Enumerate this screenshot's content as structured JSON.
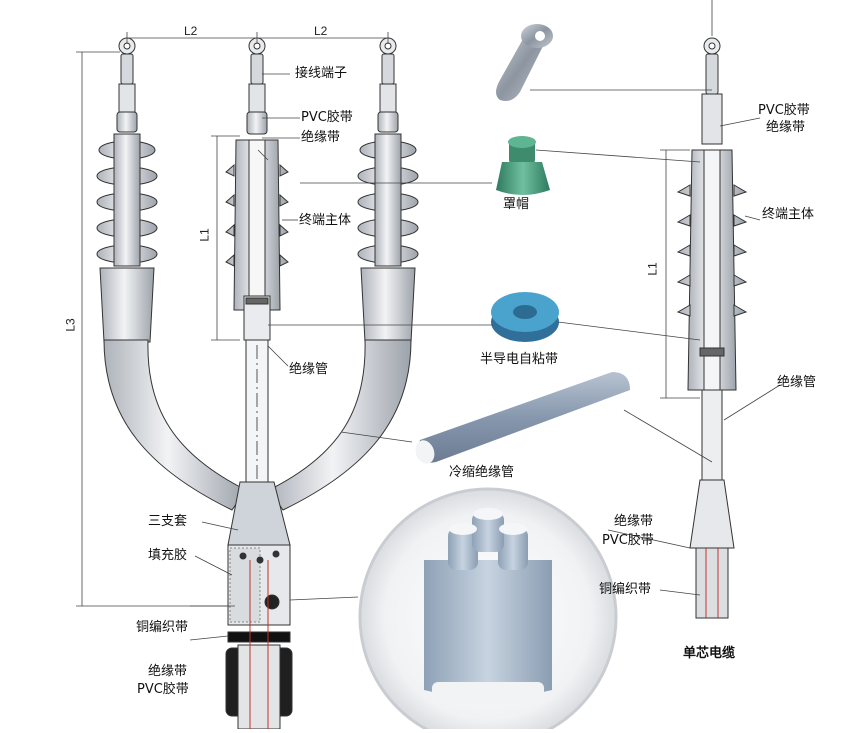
{
  "dimensions": {
    "L2_left": "L2",
    "L2_right": "L2",
    "L1_three_core": "L1",
    "L3": "L3",
    "L1_single_core": "L1"
  },
  "parts": {
    "terminal_lug": "接线端子",
    "pvc_tape_top": "PVC胶带",
    "insulating_tape_top": "绝缘带",
    "rain_cap": "罩帽",
    "terminal_body": "终端主体",
    "semi_conductive_tape": "半导电自粘带",
    "insulating_tube": "绝缘管",
    "cold_shrink_tube": "冷缩绝缘管",
    "breakout_boot": "三支套",
    "filler_compound": "填充胶",
    "copper_braid": "铜编织带",
    "insulating_tape_bottom": "绝缘带",
    "pvc_tape_bottom": "PVC胶带"
  },
  "single_core": {
    "pvc_tape_top": "PVC胶带",
    "insulating_tape_top": "绝缘带",
    "terminal_body": "终端主体",
    "insulating_tube": "绝缘管",
    "insulating_tape_bottom": "绝缘带",
    "pvc_tape_bottom": "PVC胶带",
    "copper_braid": "铜编织带",
    "caption": "单芯电缆"
  },
  "colors": {
    "line": "#333333",
    "rubber": "#dfe1e4",
    "rubber_shade": "#9aa0a8",
    "cap_green": "#4f9d80",
    "tape_blue": "#3e8fb7",
    "tube_blue": "#8f9fb4",
    "boot_blue": "#9fb2c6",
    "lug_grey": "#a8b0ba"
  }
}
